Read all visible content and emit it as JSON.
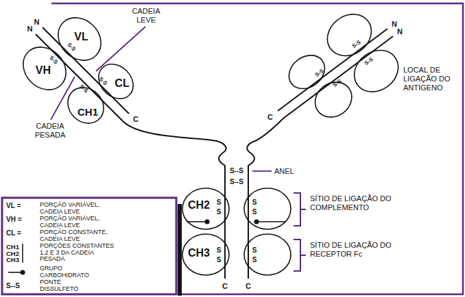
{
  "diagram": {
    "nodes": [
      {
        "text": [
          "VL"
        ]
      },
      {
        "text": [
          "VH"
        ]
      },
      {
        "text": [
          "CL"
        ]
      },
      {
        "text": [
          "CH1"
        ]
      },
      {
        "text": [
          "CH2"
        ]
      },
      {
        "text": [
          "CH3"
        ]
      }
    ],
    "labels": [
      "N",
      "N",
      "N",
      "N",
      "CADEIA LEVE",
      "CADEIA PESADA",
      "LOCAL DE LIGAÇÃO DO ANTÍGENO",
      "C",
      "C",
      "ANEL",
      "S--S",
      "S--S",
      "SÍTIO DE LIGAÇÃO DO COMPLEMENTO",
      "SÍTIO DE LIGAÇÃO DO RECEPTOR Fc",
      "S-S",
      "S-S",
      "S-S",
      "S-S",
      "S-S",
      "S-S",
      "S-S",
      "S-S",
      "S",
      "S",
      "S",
      "S",
      "S",
      "S",
      "S",
      "S",
      "C",
      "C",
      "VL =",
      "VH =",
      "CL =",
      "CH1",
      "CH2",
      "CH3",
      "S--S"
    ],
    "legend": [
      {
        "text": "PORÇÃO VARIÁVEL, CADEIA LEVE"
      },
      {
        "text": "PORÇÃO VARIÁVEL, CADEIA LEVE"
      },
      {
        "text": "PORÇÃO CONSTANTE, CADEIA LEVE"
      },
      {
        "text": "PORÇÕES CONSTANTES 1,2 E 3 DA CADEIA PESADA"
      },
      {
        "text": "GRUPO CARBOHIDRATO"
      },
      {
        "text": "PONTE DISSULFETO"
      }
    ]
  }
}
